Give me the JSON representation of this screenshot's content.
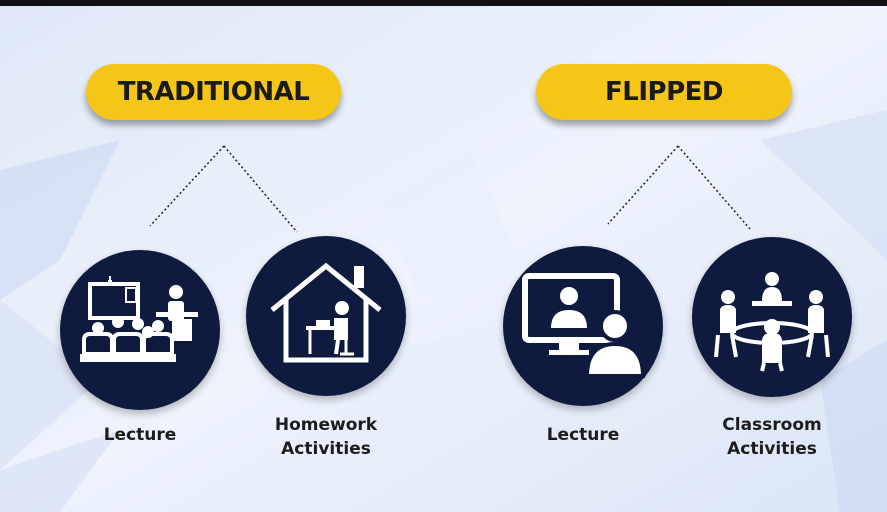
{
  "traditional": {
    "title": "TRADITIONAL",
    "items": [
      {
        "label_line1": "Lecture",
        "label_line2": "",
        "icon": "lecture-classroom-icon"
      },
      {
        "label_line1": "Homework",
        "label_line2": "Activities",
        "icon": "house-homework-icon"
      }
    ]
  },
  "flipped": {
    "title": "FLIPPED",
    "items": [
      {
        "label_line1": "Lecture",
        "label_line2": "",
        "icon": "video-lecture-icon"
      },
      {
        "label_line1": "Classroom",
        "label_line2": "Activities",
        "icon": "group-activity-icon"
      }
    ]
  },
  "colors": {
    "pill": "#f5c518",
    "circle": "#0e1a3e",
    "background": "#e6eefb",
    "text": "#1c1c1c"
  }
}
